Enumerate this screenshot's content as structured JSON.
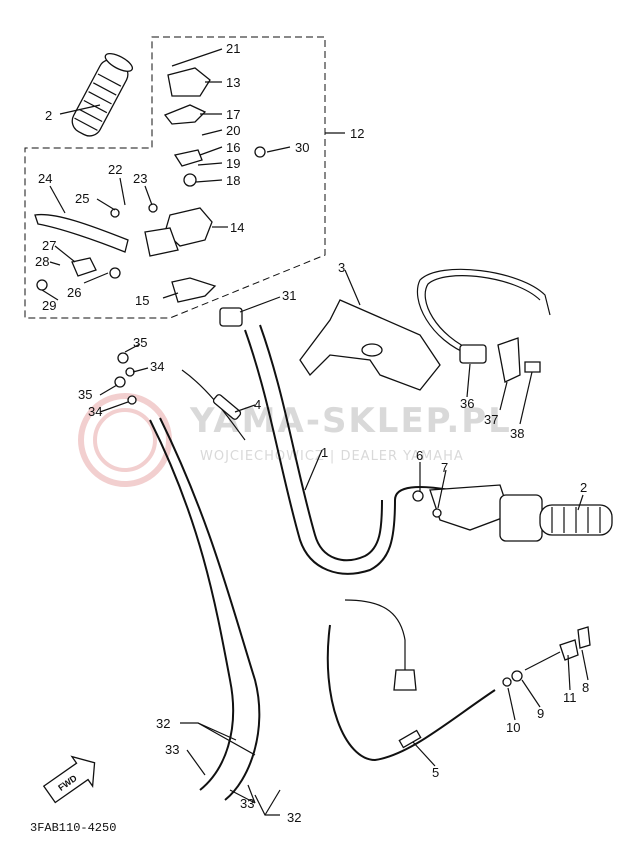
{
  "watermark": {
    "brand": "YAMA-SKLEP.PL",
    "subtitle": "WOJCIECHOWICZ | DEALER YAMAHA"
  },
  "footer": {
    "code": "3FAB110-4250"
  },
  "fwd_label": "FWD",
  "callouts": [
    {
      "id": "c21",
      "text": "21"
    },
    {
      "id": "c13",
      "text": "13"
    },
    {
      "id": "c2a",
      "text": "2"
    },
    {
      "id": "c17",
      "text": "17"
    },
    {
      "id": "c20",
      "text": "20"
    },
    {
      "id": "c12",
      "text": "12"
    },
    {
      "id": "c16",
      "text": "16"
    },
    {
      "id": "c30",
      "text": "30"
    },
    {
      "id": "c19",
      "text": "19"
    },
    {
      "id": "c22",
      "text": "22"
    },
    {
      "id": "c18",
      "text": "18"
    },
    {
      "id": "c24",
      "text": "24"
    },
    {
      "id": "c23",
      "text": "23"
    },
    {
      "id": "c25",
      "text": "25"
    },
    {
      "id": "c14",
      "text": "14"
    },
    {
      "id": "c27",
      "text": "27"
    },
    {
      "id": "c28",
      "text": "28"
    },
    {
      "id": "c26",
      "text": "26"
    },
    {
      "id": "c29",
      "text": "29"
    },
    {
      "id": "c15",
      "text": "15"
    },
    {
      "id": "c3",
      "text": "3"
    },
    {
      "id": "c31",
      "text": "31"
    },
    {
      "id": "c35a",
      "text": "35"
    },
    {
      "id": "c34a",
      "text": "34"
    },
    {
      "id": "c35b",
      "text": "35"
    },
    {
      "id": "c34b",
      "text": "34"
    },
    {
      "id": "c4",
      "text": "4"
    },
    {
      "id": "c36",
      "text": "36"
    },
    {
      "id": "c37",
      "text": "37"
    },
    {
      "id": "c38",
      "text": "38"
    },
    {
      "id": "c1",
      "text": "1"
    },
    {
      "id": "c6",
      "text": "6"
    },
    {
      "id": "c7",
      "text": "7"
    },
    {
      "id": "c2b",
      "text": "2"
    },
    {
      "id": "c8",
      "text": "8"
    },
    {
      "id": "c11",
      "text": "11"
    },
    {
      "id": "c9",
      "text": "9"
    },
    {
      "id": "c10",
      "text": "10"
    },
    {
      "id": "c5",
      "text": "5"
    },
    {
      "id": "c32a",
      "text": "32"
    },
    {
      "id": "c33a",
      "text": "33"
    },
    {
      "id": "c33b",
      "text": "33"
    },
    {
      "id": "c32b",
      "text": "32"
    }
  ]
}
